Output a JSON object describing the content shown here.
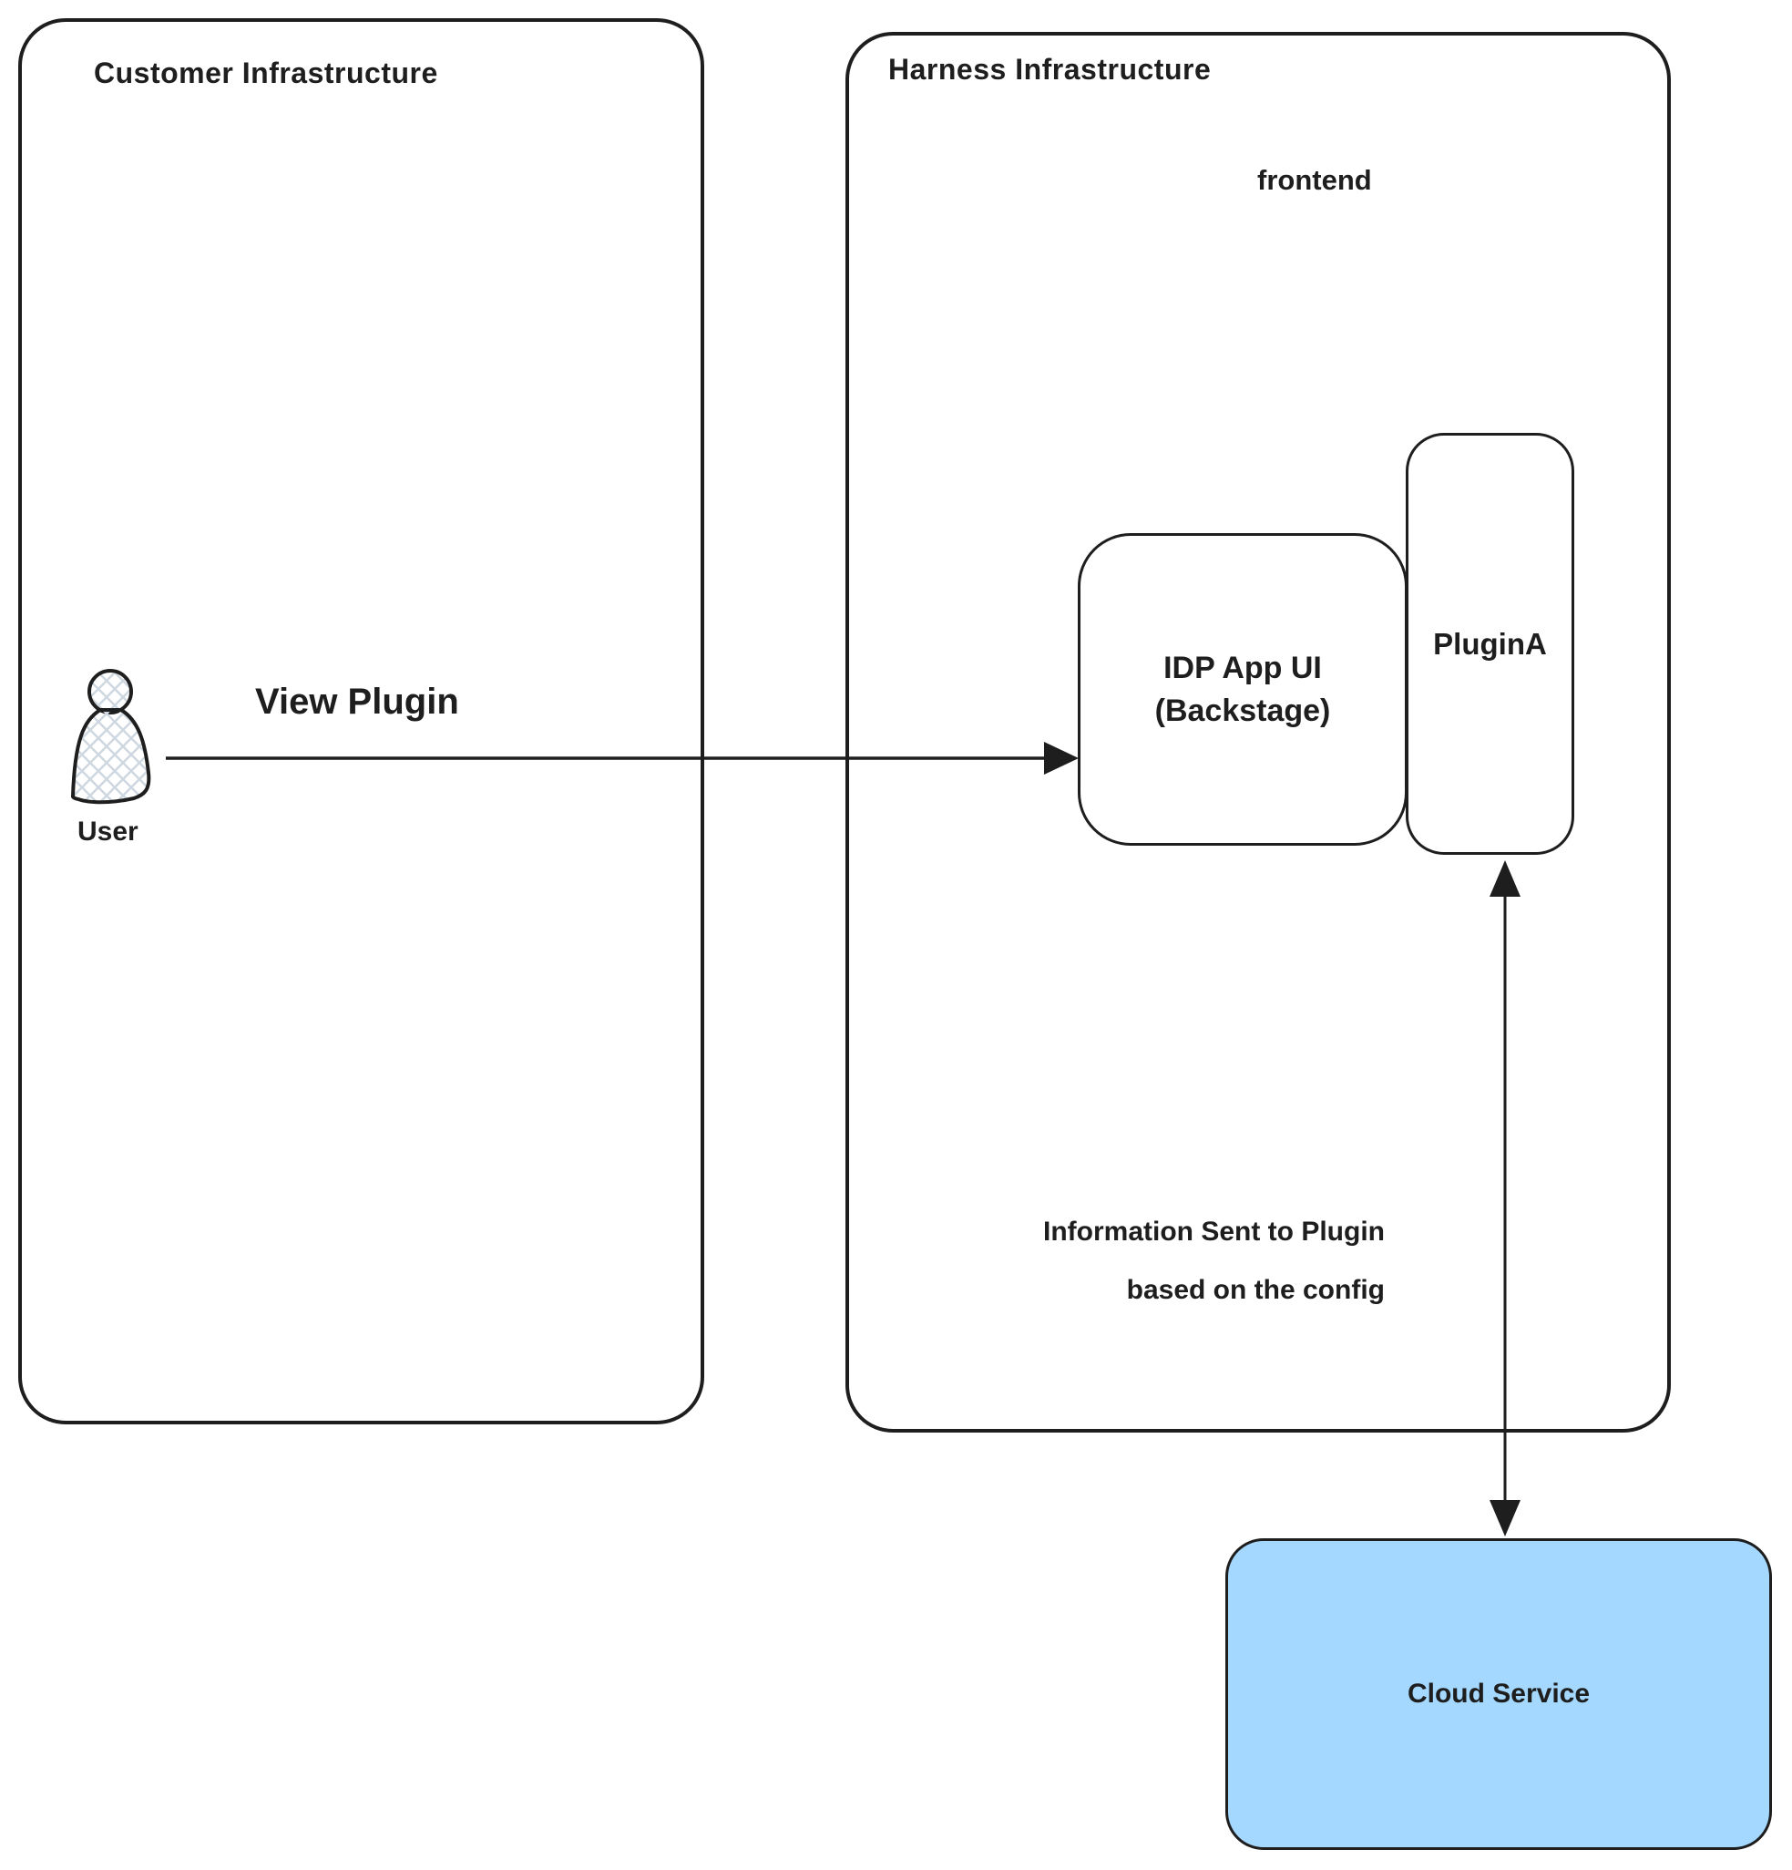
{
  "colors": {
    "stroke": "#1e1e1e",
    "background": "#ffffff",
    "cloud_fill": "#a5d8ff",
    "hatch": "#cfd8e0"
  },
  "containers": {
    "customer": {
      "title": "Customer Infrastructure"
    },
    "harness": {
      "title": "Harness Infrastructure",
      "sublabel": "frontend"
    }
  },
  "nodes": {
    "user": {
      "label": "User"
    },
    "idp": {
      "title_line1": "IDP App UI",
      "title_line2": "(Backstage)"
    },
    "plugin_a": {
      "label": "PluginA"
    },
    "cloud": {
      "label": "Cloud Service"
    }
  },
  "edges": {
    "view_plugin": {
      "label": "View Plugin"
    },
    "info": {
      "line1": "Information Sent to Plugin",
      "line2": "based on the config"
    }
  }
}
